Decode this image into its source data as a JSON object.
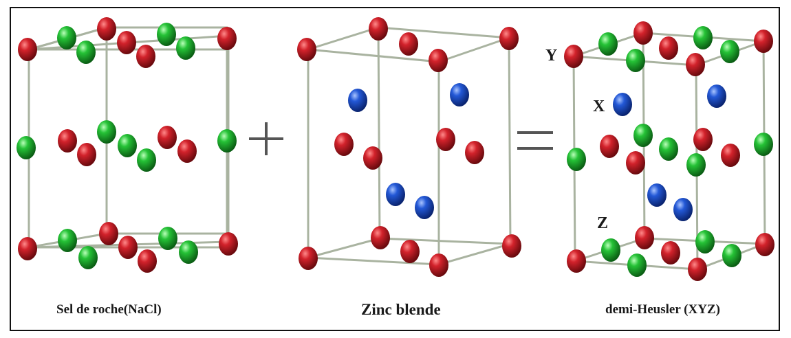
{
  "figure": {
    "captions": {
      "rocksalt": "Sel de roche(NaCl)",
      "zincblende": "Zinc blende",
      "halfheusler": "demi-Heusler (XYZ)"
    },
    "site_labels": {
      "y": "Y",
      "x": "X",
      "z": "Z"
    },
    "operators": {
      "plus": "+",
      "equals": "="
    },
    "atom_colors": {
      "red": "#b0141c",
      "green": "#1aa32a",
      "blue": "#1646b8"
    },
    "edge_color": "#a9b3a0"
  }
}
